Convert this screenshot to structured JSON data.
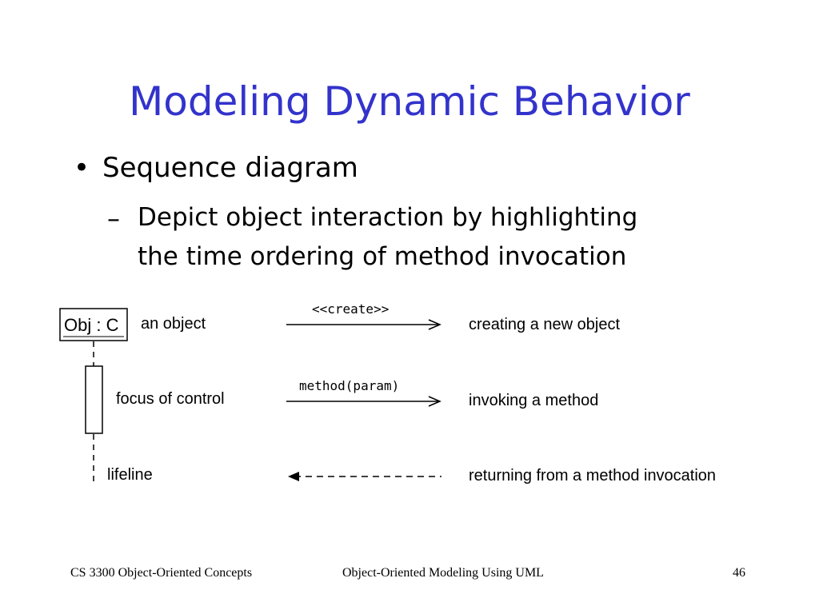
{
  "slide": {
    "title": "Modeling Dynamic Behavior",
    "bullet": "Sequence diagram",
    "sub_dash": "–",
    "sub_line1": "Depict object interaction by highlighting",
    "sub_line2": "the time ordering of method invocation",
    "bullet_symbol": "•"
  },
  "diagram": {
    "object_box": "Obj : C",
    "object_label": "an object",
    "focus_label": "focus of control",
    "lifeline_label": "lifeline",
    "create_msg": "<<create>>",
    "create_desc": "creating a new object",
    "method_msg": "method(param)",
    "method_desc": "invoking a method",
    "return_desc": "returning from a method invocation"
  },
  "footer": {
    "left": "CS 3300 Object-Oriented Concepts",
    "center": "Object-Oriented Modeling Using UML",
    "page": "46"
  },
  "colors": {
    "title": "#3333cc",
    "text": "#000000"
  }
}
